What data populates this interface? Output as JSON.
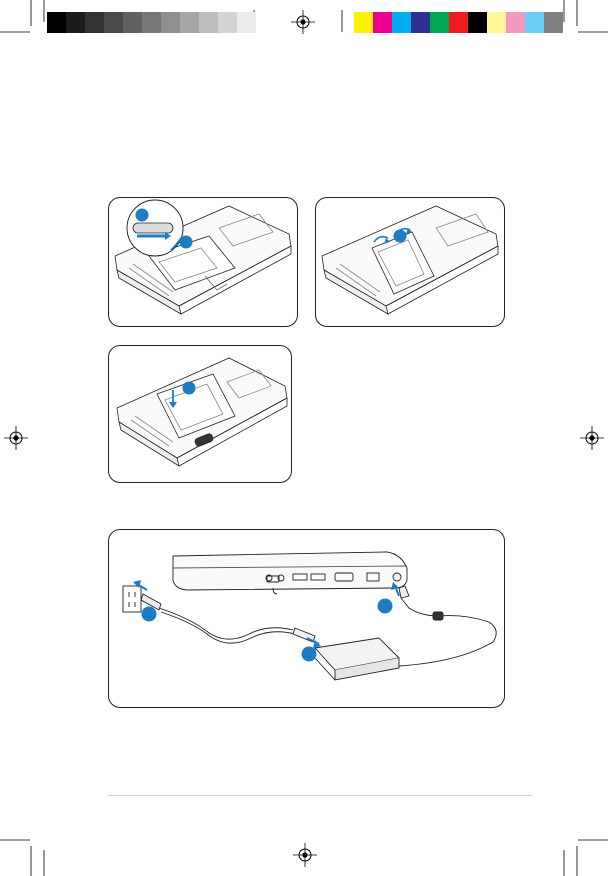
{
  "print_marks": {
    "grayscale_swatches": [
      "#000000",
      "#1c1c1c",
      "#333333",
      "#4a4a4a",
      "#616161",
      "#787878",
      "#8f8f8f",
      "#a6a6a6",
      "#bdbdbd",
      "#d4d4d4",
      "#ececec"
    ],
    "color_swatches": [
      "#fff200",
      "#ec008c",
      "#00aeef",
      "#2e3192",
      "#00a651",
      "#ed1c24",
      "#000000",
      "#fff799",
      "#f49ac1",
      "#6dcff6",
      "#808080"
    ]
  },
  "figures": [
    {
      "name": "remove-battery-figure-1",
      "steps": [
        "",
        ""
      ]
    },
    {
      "name": "remove-battery-figure-2",
      "steps": [
        ""
      ]
    },
    {
      "name": "install-battery-figure",
      "steps": [
        ""
      ]
    },
    {
      "name": "connect-power-figure",
      "steps": [
        "",
        "",
        ""
      ]
    }
  ],
  "accent_color": "#1e7cc4"
}
